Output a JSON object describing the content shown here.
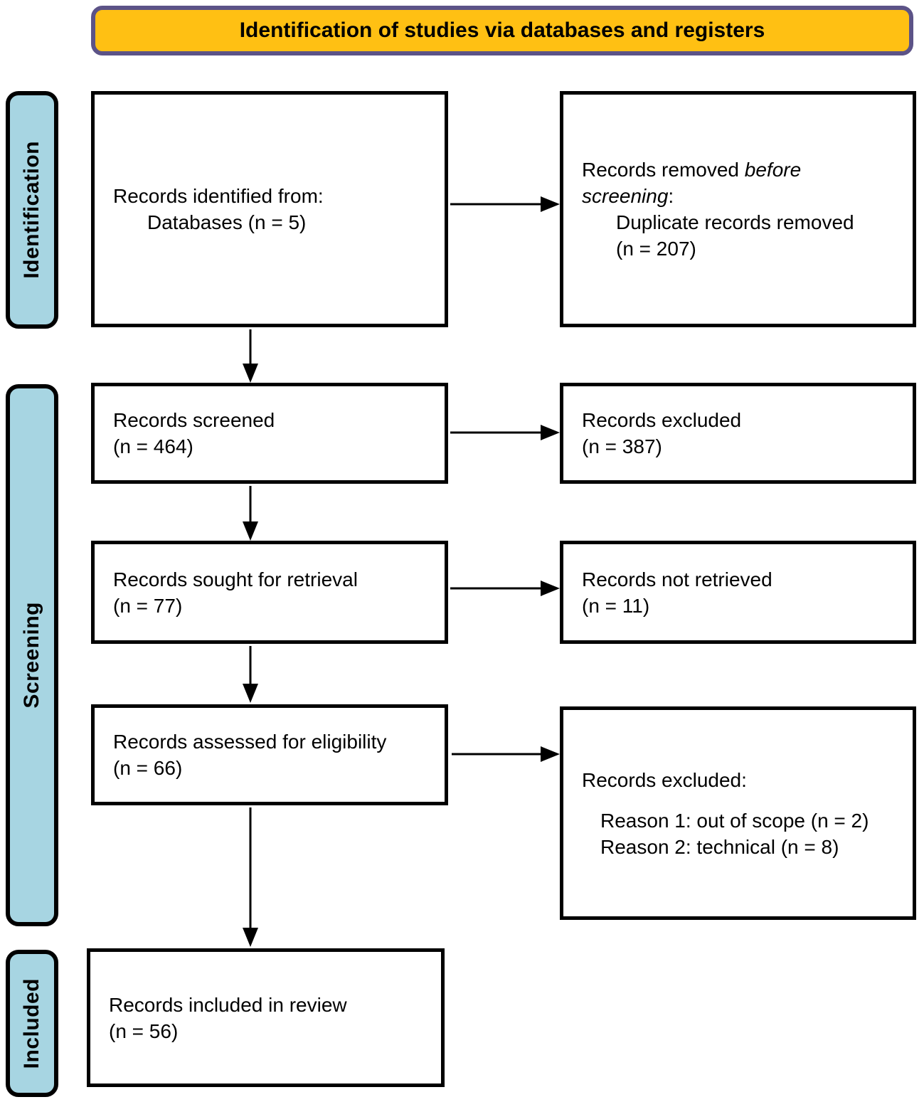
{
  "banner": {
    "label": "Identification of studies via databases and registers"
  },
  "sidebar": {
    "identification": "Identification",
    "screening": "Screening",
    "included": "Included"
  },
  "boxes": {
    "identified": {
      "line1": "Records identified from:",
      "line2": "Databases (n = 5)"
    },
    "removed": {
      "t1": "Records removed ",
      "t2": "before",
      "t3": "screening",
      "t4": ":",
      "line2": "Duplicate records removed",
      "line3": "(n = 207)"
    },
    "screened": {
      "line1": "Records screened",
      "line2": "(n = 464)"
    },
    "excluded1": {
      "line1": "Records excluded",
      "line2": "(n = 387)"
    },
    "sought": {
      "line1": "Records sought for retrieval",
      "line2": "(n = 77)"
    },
    "not_retrieved": {
      "line1": "Records not retrieved",
      "line2": "(n = 11)"
    },
    "assessed": {
      "line1": "Records assessed for eligibility",
      "line2": "(n = 66)"
    },
    "excluded2": {
      "title": "Records excluded:",
      "reason1": "Reason 1: out of scope (n = 2)",
      "reason2": "Reason 2: technical (n = 8)"
    },
    "included": {
      "line1": "Records included in review",
      "line2": "(n = 56)"
    }
  },
  "colors": {
    "banner_fill": "#FFC013",
    "banner_border": "#5C5387",
    "stage_fill": "#A7D5E2",
    "box_border": "#000000"
  }
}
